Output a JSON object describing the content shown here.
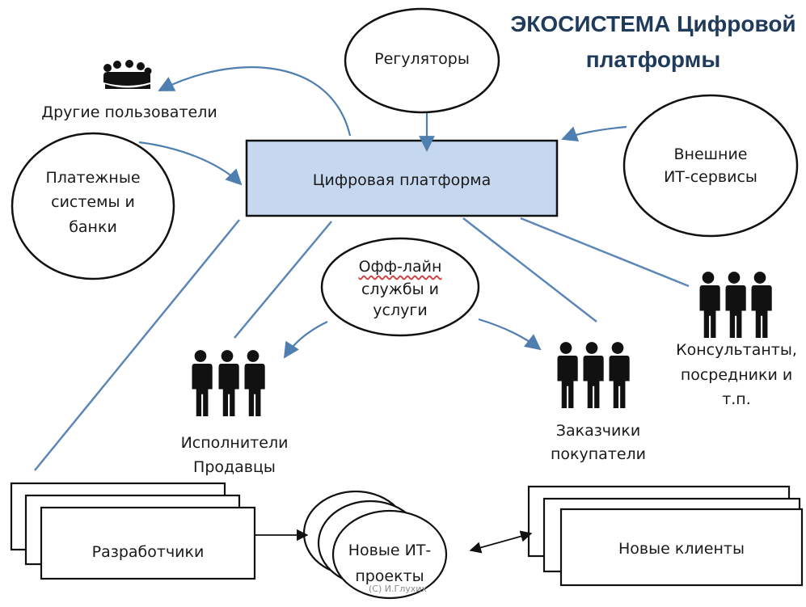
{
  "title": {
    "line1": "ЭКОСИСТЕМА Цифровой",
    "line2": "платформы"
  },
  "nodes": {
    "platform": "Цифровая платформа",
    "regulators": "Регуляторы",
    "other_users": "Другие пользователи",
    "payment": [
      "Платежные",
      "системы и",
      "банки"
    ],
    "external_it": [
      "Внешние",
      "ИТ-сервисы"
    ],
    "offline": [
      "Офф-лайн",
      "службы и",
      "услуги"
    ],
    "consultants": [
      "Консультанты,",
      "посредники и",
      "т.п."
    ],
    "executors": [
      "Исполнители",
      "Продавцы"
    ],
    "customers": [
      "Заказчики",
      "покупатели"
    ],
    "developers": "Разработчики",
    "new_projects": [
      "Новые ИТ-",
      "проекты"
    ],
    "new_clients": "Новые клиенты"
  },
  "copyright": "(С) И.Глухих",
  "colors": {
    "platform_fill": "#c5d8ef",
    "arrow_blue": "#4f7fb1",
    "title": "#1f3b5c",
    "outline": "#111111"
  },
  "icons": {
    "other_users": "group-meeting-icon",
    "people": "people-group-icon"
  }
}
